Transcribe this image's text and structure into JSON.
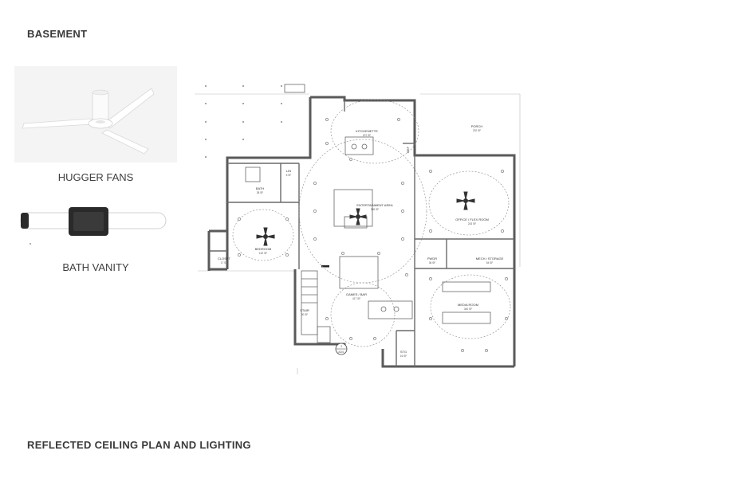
{
  "header": {
    "title": "BASEMENT"
  },
  "footer": {
    "title": "REFLECTED CEILING PLAN AND LIGHTING"
  },
  "products": [
    {
      "caption": "HUGGER FANS",
      "icon": "ceiling-fan-icon"
    },
    {
      "caption": "BATH VANITY",
      "icon": "vanity-light-icon"
    }
  ],
  "rooms": {
    "kitchenette": {
      "name": "KITCHENETTE",
      "area": "207 SF"
    },
    "porch": {
      "name": "PORCH",
      "area": "232 SF"
    },
    "bath": {
      "name": "BATH",
      "area": "38 SF"
    },
    "lin": {
      "name": "LIN",
      "area": "5 SF"
    },
    "entertainment": {
      "name": "ENTERTAINMENT AREA",
      "area": "369 SF"
    },
    "office": {
      "name": "OFFICE / FLEX ROOM",
      "area": "243 SF"
    },
    "bedroom": {
      "name": "BEDROOM",
      "area": "152 SF"
    },
    "closet": {
      "name": "CLOSET",
      "area": "17 SF"
    },
    "pwdr": {
      "name": "PWDR",
      "area": "36 SF"
    },
    "mech": {
      "name": "MECH / STORAGE",
      "area": "54 SF"
    },
    "media": {
      "name": "MEDIA ROOM",
      "area": "340 SF"
    },
    "stair": {
      "name": "STAIR",
      "area": "50 SF"
    },
    "games": {
      "name": "GAMES / BAR",
      "area": "417 SF"
    },
    "stg": {
      "name": "STG",
      "area": "16 SF"
    },
    "ref": {
      "name": "REF"
    }
  },
  "section_marker": {
    "number": "3",
    "sheet": "A301"
  },
  "colors": {
    "wall": "#5a5a5a",
    "line": "#7a7a7a",
    "text": "#3a3a3a"
  }
}
